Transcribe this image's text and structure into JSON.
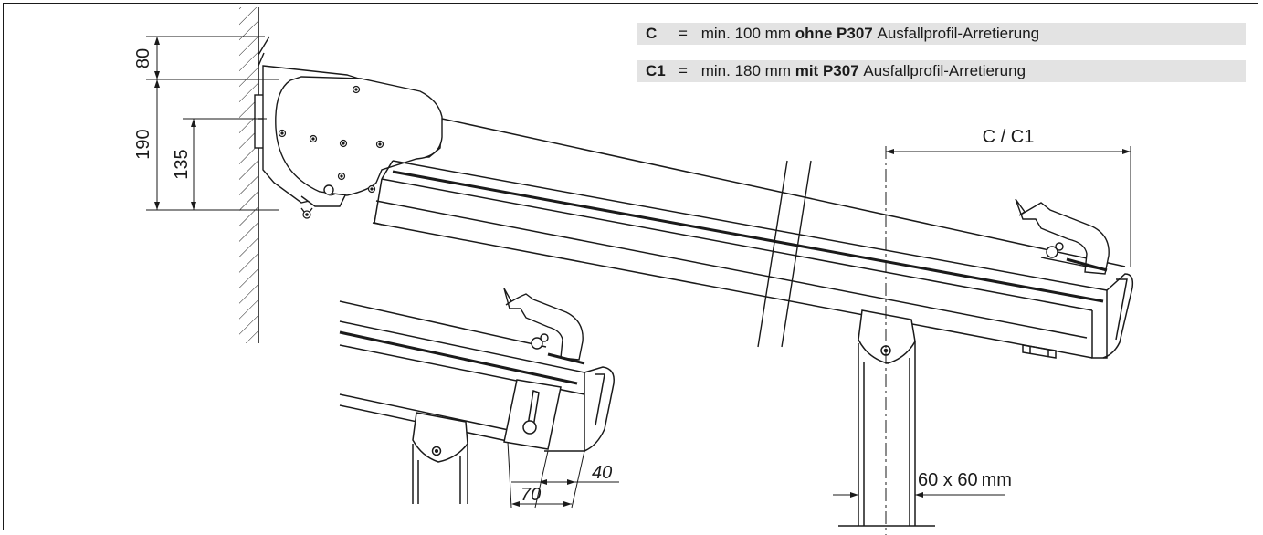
{
  "legend": [
    {
      "symbol": "C",
      "eq": "=",
      "pre": "min. 100 mm",
      "bold": "ohne P307",
      "post": "Ausfallprofil-Arretierung"
    },
    {
      "symbol": "C1",
      "eq": "=",
      "pre": "min. 180 mm",
      "bold": "mit P307",
      "post": "Ausfallprofil-Arretierung"
    }
  ],
  "dimensions": {
    "d80": "80",
    "d190": "190",
    "d135": "135",
    "c_c1": "C / C1",
    "d40": "40",
    "d70": "70",
    "post_size": "60 x 60 mm"
  }
}
